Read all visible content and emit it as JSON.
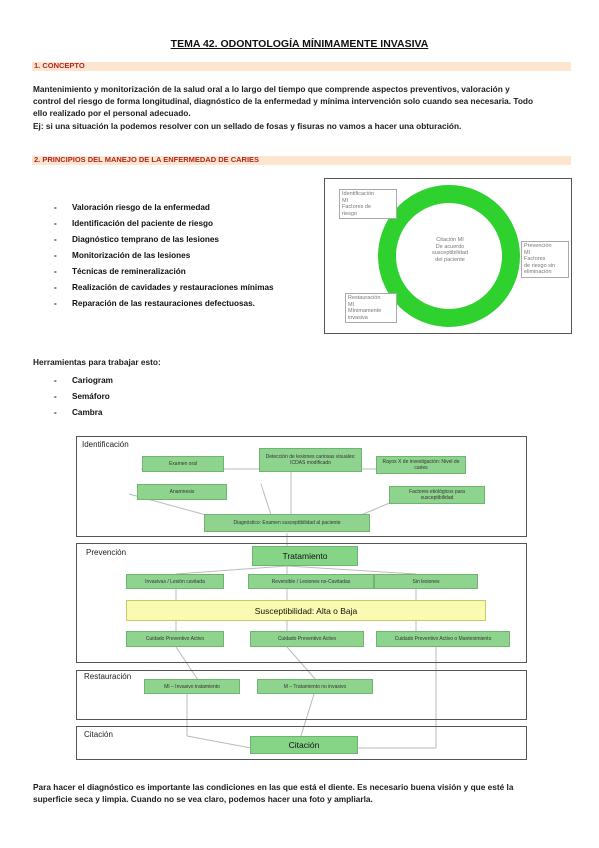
{
  "title": "TEMA 42. ODONTOLOGÍA MÍNIMAMENTE INVASIVA",
  "sections": {
    "concepto": {
      "heading": "1. CONCEPTO",
      "line1": "Mantenimiento y monitorización de la salud oral a lo largo del tiempo que comprende aspectos preventivos, valoración y",
      "line2": "control del riesgo de forma longitudinal, diagnóstico de la enfermedad y mínima intervención solo cuando sea necesaria. Todo",
      "line3": "ello realizado por el personal adecuado.",
      "line4": "Ej: si una situación la podemos resolver con un sellado de fosas y fisuras no vamos a hacer una obturación."
    },
    "principios": {
      "heading": "2. PRINCIPIOS DEL MANEJO DE LA ENFERMEDAD DE CARIES",
      "items": [
        "Valoración riesgo de la enfermedad",
        "Identificación del paciente de riesgo",
        "Diagnóstico temprano de las lesiones",
        "Monitorización de las lesiones",
        "Técnicas de remineralización",
        "Realización de cavidades y restauraciones mínimas",
        "Reparación de las restauraciones defectuosas."
      ]
    },
    "herramientas": {
      "heading": "Herramientas para trabajar esto:",
      "items": [
        "Cariogram",
        "Semáforo",
        "Cambra"
      ]
    },
    "footer": {
      "line1": "Para hacer el diagnóstico es importante las condiciones en las que está el diente. Es necesario buena visión y que esté la",
      "line2": "superficie seca y limpia. Cuando no se vea claro, podemos hacer una foto y ampliarla."
    }
  },
  "donut": {
    "ring_color": "#2fd12f",
    "labels": {
      "top_left": [
        "Identificación",
        "MI",
        "Factores de",
        "riesgo"
      ],
      "center": [
        "Citación MI",
        "De acuerdo",
        "susceptibilidad",
        "del paciente"
      ],
      "right": [
        "Prevención",
        "MI",
        "Factores",
        "de riesgo sin",
        "eliminación"
      ],
      "bottom_left": [
        "Restauración",
        "MI",
        "Mínimamente",
        "invasiva"
      ]
    }
  },
  "flow": {
    "sections": {
      "identificacion": "Identificación",
      "prevencion": "Prevención",
      "restauracion": "Restauración",
      "citacion": "Citación"
    },
    "boxes": {
      "deteccion": [
        "Detección de lesiones cariosas visuales:",
        "ICDAS modificado"
      ],
      "examen_oral": "Examen oral",
      "rayos": [
        "Rayos X de investigación: Nivel de",
        "caries"
      ],
      "anamnesis": "Anamnesis",
      "factores": [
        "Factores etiológicos para",
        "susceptibilidad"
      ],
      "diagnostico": "Diagnóstico: Examen susceptibilidad al paciente",
      "tratamiento": "Tratamiento",
      "invasivas": "Invasivas / Lesión cavitada",
      "reversible": "Reversible / Lesiones no-Cavitadas",
      "sin_lesiones": "Sin lesiones",
      "susceptibilidad": "Susceptibilidad:  Alta o Baja",
      "cuidado1": "Cuidado Preventivo Activo",
      "cuidado2": "Cuidado Preventivo Activo",
      "cuidado3": "Cuidado Preventivo Activo o Mantenimiento",
      "mi_invasivo": "MI – Invasivo tratamiento",
      "m_tratamiento": "M – Tratamiento no invasivo",
      "citacion_box": "Citación"
    },
    "colors": {
      "green": "#8ed48e",
      "yellow": "#fafab0",
      "line": "#bbbbbb"
    }
  }
}
